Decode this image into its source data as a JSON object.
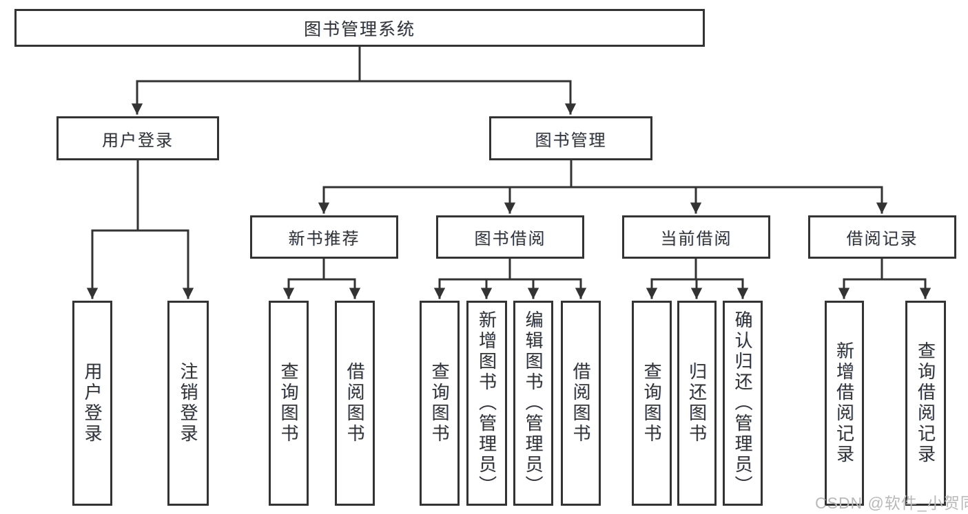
{
  "colors": {
    "line": "#333333",
    "box_border": "#333333",
    "text": "#333333",
    "watermark_text": "#b9b9b9",
    "background": "#ffffff"
  },
  "tree": {
    "label": "图书管理系统",
    "children": [
      {
        "label": "用户登录",
        "children": [
          {
            "label": "用户登录"
          },
          {
            "label": "注销登录"
          }
        ]
      },
      {
        "label": "图书管理",
        "children": [
          {
            "label": "新书推荐",
            "children": [
              {
                "label": "查询图书"
              },
              {
                "label": "借阅图书"
              }
            ]
          },
          {
            "label": "图书借阅",
            "children": [
              {
                "label": "查询图书"
              },
              {
                "label": "新增图书（管理员）"
              },
              {
                "label": "编辑图书（管理员）"
              },
              {
                "label": "借阅图书"
              }
            ]
          },
          {
            "label": "当前借阅",
            "children": [
              {
                "label": "查询图书"
              },
              {
                "label": "归还图书"
              },
              {
                "label": "确认归还（管理员）"
              }
            ]
          },
          {
            "label": "借阅记录",
            "children": [
              {
                "label": "新增借阅记录"
              },
              {
                "label": "查询借阅记录"
              }
            ]
          }
        ]
      }
    ]
  },
  "watermark": "CSDN @软件_小贺同学"
}
